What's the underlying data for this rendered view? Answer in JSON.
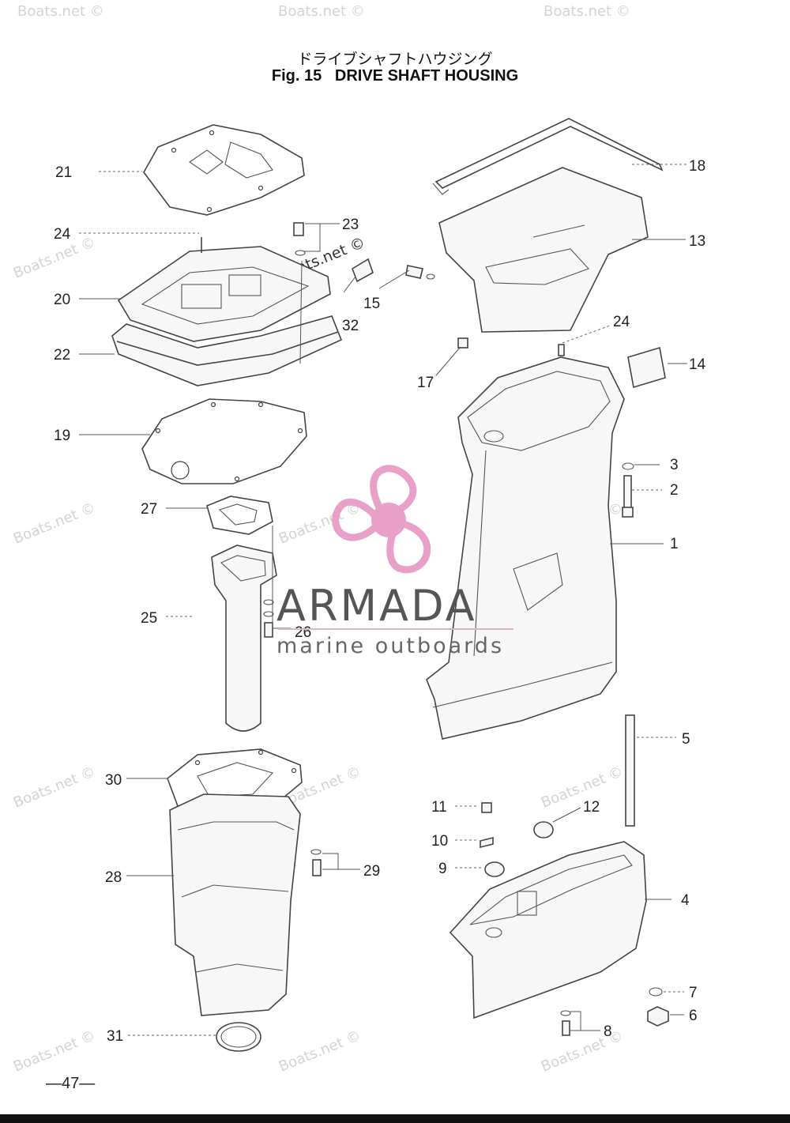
{
  "header": {
    "title_ja": "ドライブシャフトハウジング",
    "fig_label": "Fig. 15",
    "title_en": "DRIVE SHAFT HOUSING"
  },
  "watermarks": {
    "site": "Boats.net ©",
    "brand_name": "ARMADA",
    "brand_tagline": "marine outboards",
    "brand_color": "#e8a0c8",
    "brand_accent": "#e0b0c8"
  },
  "callouts": {
    "c1": "1",
    "c2": "2",
    "c3": "3",
    "c4": "4",
    "c5": "5",
    "c6": "6",
    "c7": "7",
    "c8": "8",
    "c9": "9",
    "c10": "10",
    "c11": "11",
    "c12": "12",
    "c13": "13",
    "c14": "14",
    "c15": "15",
    "c17": "17",
    "c18": "18",
    "c19": "19",
    "c20": "20",
    "c21": "21",
    "c22": "22",
    "c23": "23",
    "c24a": "24",
    "c24b": "24",
    "c25": "25",
    "c26": "26",
    "c27": "27",
    "c28": "28",
    "c29": "29",
    "c30": "30",
    "c31": "31",
    "c32": "32"
  },
  "footer": {
    "page_number": "—47—"
  }
}
